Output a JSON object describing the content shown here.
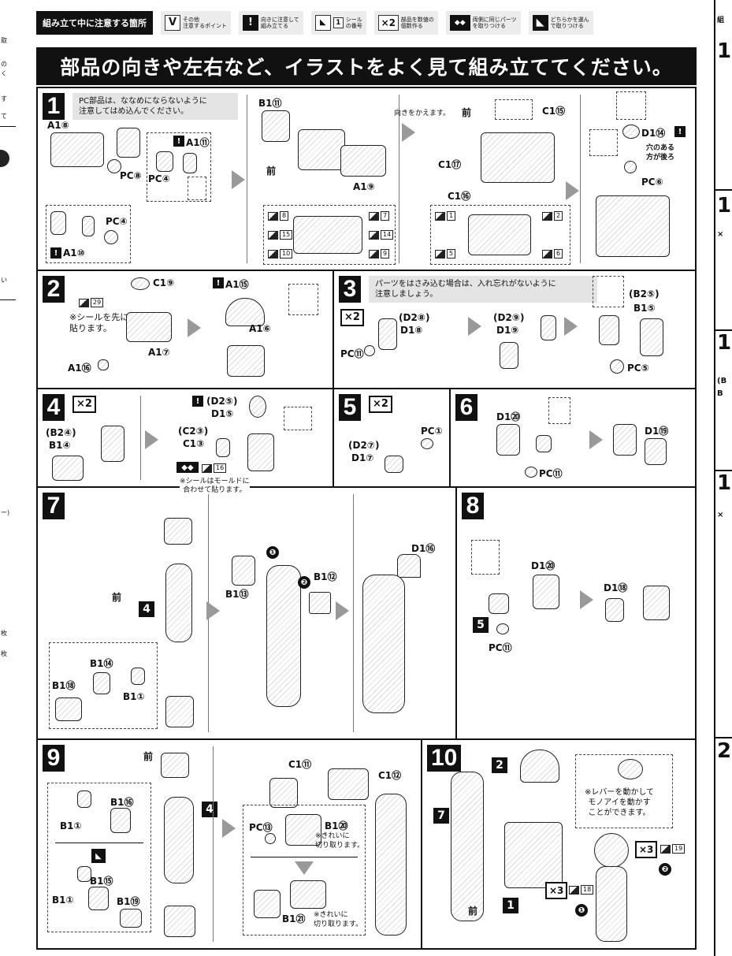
{
  "legend": {
    "title": "組み立て中に注意する箇所",
    "items": [
      {
        "icon": "\\\\//",
        "text": "その他\n注意するポイント",
        "style": "white"
      },
      {
        "icon": "!",
        "text": "向きに注意して\n組み立てる",
        "style": "black"
      },
      {
        "icon": "1",
        "text": "シール\nの番号",
        "style": "white"
      },
      {
        "icon": "×2",
        "text": "部品を数値の\n個数作る",
        "style": "white"
      },
      {
        "icon": "◆◆",
        "text": "両側に同じパーツ\nを取りつける",
        "style": "black"
      },
      {
        "icon": "◣",
        "text": "どちらかを選ん\nで取りつける",
        "style": "black"
      }
    ]
  },
  "headline": "部品の向きや左右など、イラストをよく見て組み立ててください。",
  "steps": {
    "s1": {
      "num": "1",
      "note": "PC部品は、ななめにならないように\n注意してはめ込んでください。",
      "labels": [
        "A1⑧",
        "A1⑪",
        "PC⑧",
        "PC④",
        "PC④",
        "A1⑩",
        "B1⑪",
        "前",
        "A1⑨",
        "向きをかえます。",
        "前",
        "C1⑮",
        "C1⑰",
        "C1⑯",
        "D1⑭",
        "穴のある\n方が後ろ",
        "PC⑥"
      ],
      "stickers_a": [
        "8",
        "7",
        "15",
        "14",
        "10",
        "9"
      ],
      "stickers_b": [
        "1",
        "2",
        "5",
        "6"
      ]
    },
    "s2": {
      "num": "2",
      "labels": [
        "C1⑨",
        "29",
        "※シールを先に\n貼ります。",
        "A1⑦",
        "A1⑯",
        "A1⑮",
        "A1⑥"
      ]
    },
    "s3": {
      "num": "3",
      "mult": "×2",
      "note": "パーツをはさみ込む場合は、入れ忘れがないように\n注意しましょう。",
      "labels": [
        "(D2⑧)",
        "D1⑧",
        "PC⑪",
        "(D2⑨)",
        "D1⑨",
        "(B2⑤)",
        "B1⑤",
        "PC⑤"
      ]
    },
    "s4": {
      "num": "4",
      "mult": "×2",
      "labels": [
        "(B2④)",
        "B1④",
        "(D2⑤)",
        "D1⑤",
        "(C2③)",
        "C1③",
        "16",
        "※シールはモールドに\n合わせて貼ります。"
      ]
    },
    "s5": {
      "num": "5",
      "mult": "×2",
      "labels": [
        "PC①",
        "(D2⑦)",
        "D1⑦"
      ]
    },
    "s6": {
      "num": "6",
      "labels": [
        "D1⑳",
        "PC⑪",
        "D1⑲"
      ]
    },
    "s7": {
      "num": "7",
      "labels": [
        "前",
        "4",
        "B1⑭",
        "B1⑱",
        "B1①",
        "B1⑬",
        "B1⑫",
        "❶",
        "❷",
        "D1⑯"
      ]
    },
    "s8": {
      "num": "8",
      "labels": [
        "D1⑳",
        "5",
        "PC⑪",
        "D1⑱"
      ]
    },
    "s9": {
      "num": "9",
      "labels": [
        "前",
        "4",
        "B1⑯",
        "B1①",
        "B1⑮",
        "B1①",
        "B1⑲",
        "C1⑪",
        "C1⑫",
        "PC⑬",
        "B1⑳",
        "※きれいに\n切り取ります。",
        "B1㉑",
        "※きれいに\n切り取ります。"
      ]
    },
    "s10": {
      "num": "10",
      "labels": [
        "7",
        "2",
        "※レバーを動かして\nモノアイを動かす\nことができます。",
        "1",
        "前",
        "×3",
        "18",
        "❶",
        "×3",
        "19",
        "❷"
      ]
    }
  },
  "edges": {
    "left": [
      "取",
      "の",
      "く",
      "す",
      "て",
      "い",
      "ー)",
      "枚",
      "枚"
    ],
    "right": [
      "組",
      "1",
      "1",
      "1",
      "(B",
      "B",
      "1",
      "×",
      "×",
      "2"
    ]
  }
}
